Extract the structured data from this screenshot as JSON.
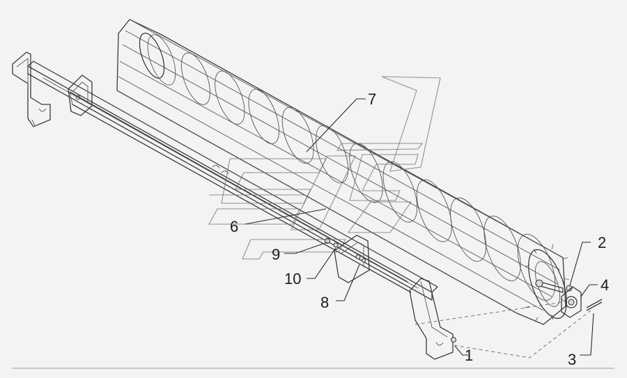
{
  "diagram": {
    "callouts": [
      {
        "id": "1",
        "label": "1"
      },
      {
        "id": "2",
        "label": "2"
      },
      {
        "id": "3",
        "label": "3"
      },
      {
        "id": "4",
        "label": "4"
      },
      {
        "id": "6",
        "label": "6"
      },
      {
        "id": "7",
        "label": "7"
      },
      {
        "id": "8",
        "label": "8"
      },
      {
        "id": "9",
        "label": "9"
      },
      {
        "id": "10",
        "label": "10"
      }
    ]
  }
}
